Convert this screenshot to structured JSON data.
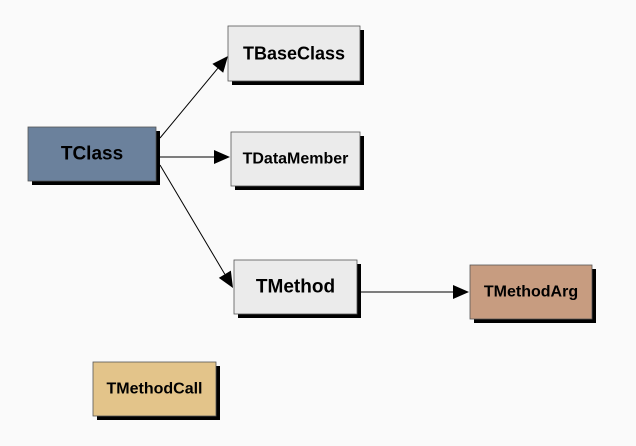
{
  "diagram": {
    "nodes": [
      {
        "id": "tclass",
        "label": "TClass",
        "color": "#6b819c"
      },
      {
        "id": "tbaseclass",
        "label": "TBaseClass",
        "color": "#ebebeb"
      },
      {
        "id": "tdatamember",
        "label": "TDataMember",
        "color": "#ebebeb"
      },
      {
        "id": "tmethod",
        "label": "TMethod",
        "color": "#ebebeb"
      },
      {
        "id": "tmethodarg",
        "label": "TMethodArg",
        "color": "#c79c80"
      },
      {
        "id": "tmethodcall",
        "label": "TMethodCall",
        "color": "#e3c48a"
      }
    ],
    "edges": [
      {
        "from": "tclass",
        "to": "tbaseclass"
      },
      {
        "from": "tclass",
        "to": "tdatamember"
      },
      {
        "from": "tclass",
        "to": "tmethod"
      },
      {
        "from": "tmethod",
        "to": "tmethodarg"
      }
    ],
    "background": "#fafafa",
    "shadow_color": "#000000",
    "line_color": "#000000"
  }
}
